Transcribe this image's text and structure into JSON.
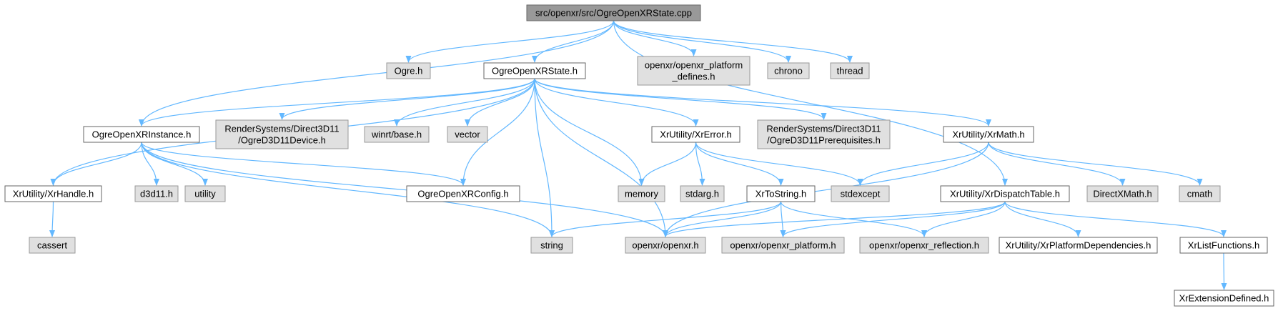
{
  "graph": {
    "colors": {
      "root_fill": "#999999",
      "root_border": "#666666",
      "documented_fill": "#ffffff",
      "documented_border": "#666666",
      "external_fill": "#e0e0e0",
      "external_border": "#999999",
      "edge": "#63b8ff"
    },
    "nodes": [
      {
        "id": "root",
        "kind": "root",
        "label": [
          "src/openxr/src/OgreOpenXRState.cpp"
        ]
      },
      {
        "id": "ogre_h",
        "kind": "external",
        "label": [
          "Ogre.h"
        ]
      },
      {
        "id": "state_h",
        "kind": "documented",
        "label": [
          "OgreOpenXRState.h"
        ]
      },
      {
        "id": "platform_defines",
        "kind": "external",
        "label": [
          "openxr/openxr_platform",
          "_defines.h"
        ]
      },
      {
        "id": "chrono",
        "kind": "external",
        "label": [
          "chrono"
        ]
      },
      {
        "id": "thread",
        "kind": "external",
        "label": [
          "thread"
        ]
      },
      {
        "id": "instance_h",
        "kind": "documented",
        "label": [
          "OgreOpenXRInstance.h"
        ]
      },
      {
        "id": "d3d11device",
        "kind": "external",
        "label": [
          "RenderSystems/Direct3D11",
          "/OgreD3D11Device.h"
        ]
      },
      {
        "id": "winrt_base",
        "kind": "external",
        "label": [
          "winrt/base.h"
        ]
      },
      {
        "id": "vector",
        "kind": "external",
        "label": [
          "vector"
        ]
      },
      {
        "id": "xrerror",
        "kind": "documented",
        "label": [
          "XrUtility/XrError.h"
        ]
      },
      {
        "id": "d3d11prereq",
        "kind": "external",
        "label": [
          "RenderSystems/Direct3D11",
          "/OgreD3D11Prerequisites.h"
        ]
      },
      {
        "id": "xrmath",
        "kind": "documented",
        "label": [
          "XrUtility/XrMath.h"
        ]
      },
      {
        "id": "xrhandle",
        "kind": "documented",
        "label": [
          "XrUtility/XrHandle.h"
        ]
      },
      {
        "id": "d3d11_h",
        "kind": "external",
        "label": [
          "d3d11.h"
        ]
      },
      {
        "id": "utility",
        "kind": "external",
        "label": [
          "utility"
        ]
      },
      {
        "id": "config_h",
        "kind": "documented",
        "label": [
          "OgreOpenXRConfig.h"
        ]
      },
      {
        "id": "memory",
        "kind": "external",
        "label": [
          "memory"
        ]
      },
      {
        "id": "stdarg",
        "kind": "external",
        "label": [
          "stdarg.h"
        ]
      },
      {
        "id": "xrtostring",
        "kind": "documented",
        "label": [
          "XrToString.h"
        ]
      },
      {
        "id": "stdexcept",
        "kind": "external",
        "label": [
          "stdexcept"
        ]
      },
      {
        "id": "dispatch",
        "kind": "documented",
        "label": [
          "XrUtility/XrDispatchTable.h"
        ]
      },
      {
        "id": "directxmath",
        "kind": "external",
        "label": [
          "DirectXMath.h"
        ]
      },
      {
        "id": "cmath",
        "kind": "external",
        "label": [
          "cmath"
        ]
      },
      {
        "id": "cassert",
        "kind": "external",
        "label": [
          "cassert"
        ]
      },
      {
        "id": "string",
        "kind": "external",
        "label": [
          "string"
        ]
      },
      {
        "id": "openxr_h",
        "kind": "external",
        "label": [
          "openxr/openxr.h"
        ]
      },
      {
        "id": "openxr_platform",
        "kind": "external",
        "label": [
          "openxr/openxr_platform.h"
        ]
      },
      {
        "id": "openxr_reflection",
        "kind": "external",
        "label": [
          "openxr/openxr_reflection.h"
        ]
      },
      {
        "id": "platform_deps",
        "kind": "documented",
        "label": [
          "XrUtility/XrPlatformDependencies.h"
        ]
      },
      {
        "id": "listfunctions",
        "kind": "documented",
        "label": [
          "XrListFunctions.h"
        ]
      },
      {
        "id": "extdefined",
        "kind": "documented",
        "label": [
          "XrExtensionDefined.h"
        ]
      }
    ],
    "edges": [
      [
        "root",
        "ogre_h"
      ],
      [
        "root",
        "state_h"
      ],
      [
        "root",
        "platform_defines"
      ],
      [
        "root",
        "chrono"
      ],
      [
        "root",
        "thread"
      ],
      [
        "root",
        "instance_h"
      ],
      [
        "root",
        "dispatch"
      ],
      [
        "state_h",
        "instance_h"
      ],
      [
        "state_h",
        "d3d11device"
      ],
      [
        "state_h",
        "winrt_base"
      ],
      [
        "state_h",
        "vector"
      ],
      [
        "state_h",
        "xrerror"
      ],
      [
        "state_h",
        "d3d11prereq"
      ],
      [
        "state_h",
        "xrmath"
      ],
      [
        "state_h",
        "xrhandle"
      ],
      [
        "state_h",
        "config_h"
      ],
      [
        "state_h",
        "memory"
      ],
      [
        "state_h",
        "string"
      ],
      [
        "state_h",
        "openxr_h"
      ],
      [
        "instance_h",
        "xrhandle"
      ],
      [
        "instance_h",
        "d3d11_h"
      ],
      [
        "instance_h",
        "utility"
      ],
      [
        "instance_h",
        "config_h"
      ],
      [
        "instance_h",
        "string"
      ],
      [
        "instance_h",
        "openxr_h"
      ],
      [
        "xrerror",
        "memory"
      ],
      [
        "xrerror",
        "stdarg"
      ],
      [
        "xrerror",
        "xrtostring"
      ],
      [
        "xrerror",
        "stdexcept"
      ],
      [
        "xrmath",
        "stdexcept"
      ],
      [
        "xrmath",
        "openxr_h"
      ],
      [
        "xrmath",
        "directxmath"
      ],
      [
        "xrmath",
        "cmath"
      ],
      [
        "xrhandle",
        "cassert"
      ],
      [
        "xrtostring",
        "string"
      ],
      [
        "xrtostring",
        "openxr_h"
      ],
      [
        "xrtostring",
        "openxr_platform"
      ],
      [
        "xrtostring",
        "openxr_reflection"
      ],
      [
        "dispatch",
        "openxr_h"
      ],
      [
        "dispatch",
        "openxr_platform"
      ],
      [
        "dispatch",
        "openxr_reflection"
      ],
      [
        "dispatch",
        "platform_deps"
      ],
      [
        "dispatch",
        "listfunctions"
      ],
      [
        "listfunctions",
        "extdefined"
      ]
    ]
  }
}
